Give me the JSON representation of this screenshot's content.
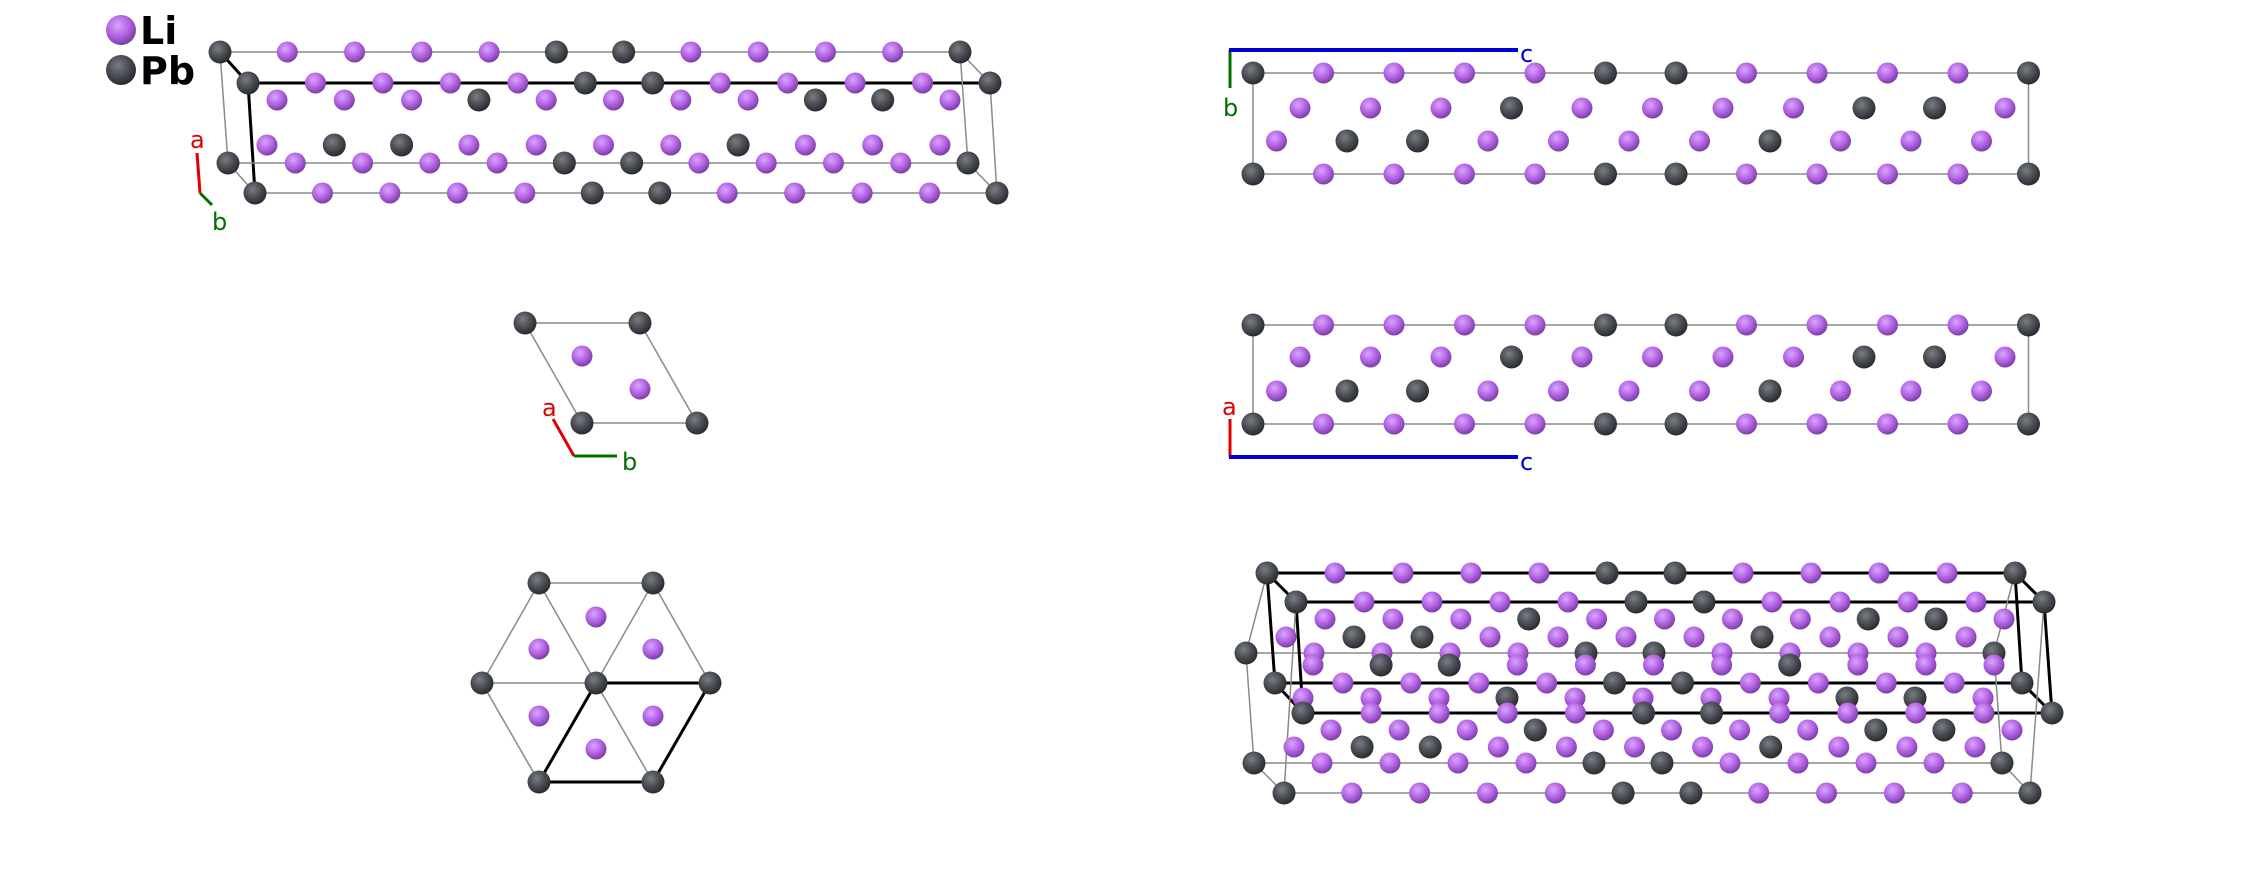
{
  "legend": {
    "items": [
      {
        "label": "Li",
        "color": "#b565e6"
      },
      {
        "label": "Pb",
        "color": "#4b4d54"
      }
    ]
  },
  "axes": {
    "a": {
      "label": "a",
      "color": "#e00000"
    },
    "b": {
      "label": "b",
      "color": "#007000"
    },
    "c": {
      "label": "c",
      "color": "#0000d0"
    }
  },
  "panels": [
    {
      "name": "perspective-view",
      "axis_labels": [
        "a",
        "b"
      ]
    },
    {
      "name": "view-along-a",
      "axis_labels": [
        "b",
        "c"
      ]
    },
    {
      "name": "view-along-c",
      "axis_labels": [
        "a",
        "b"
      ]
    },
    {
      "name": "view-along-b",
      "axis_labels": [
        "a",
        "c"
      ]
    },
    {
      "name": "supercell-along-c",
      "axis_labels": []
    },
    {
      "name": "supercell-perspective",
      "axis_labels": []
    }
  ]
}
